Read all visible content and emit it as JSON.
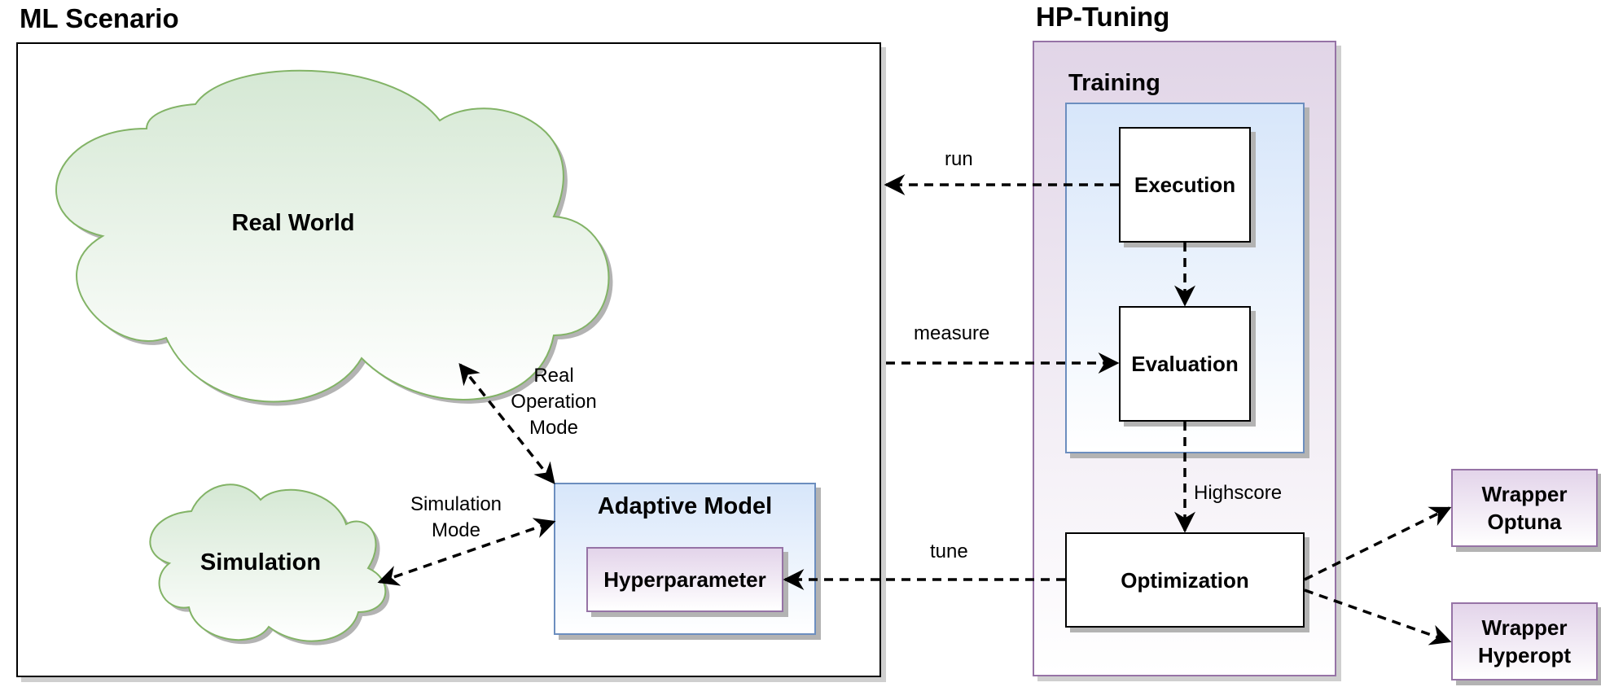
{
  "ml_scenario": {
    "title": "ML Scenario",
    "real_world_label": "Real World",
    "simulation_label": "Simulation",
    "adaptive_model_title": "Adaptive Model",
    "hyperparameter_label": "Hyperparameter"
  },
  "hp_tuning": {
    "title": "HP-Tuning",
    "training_title": "Training",
    "execution_label": "Execution",
    "evaluation_label": "Evaluation",
    "optimization_label": "Optimization"
  },
  "wrappers": {
    "optuna_line1": "Wrapper",
    "optuna_line2": "Optuna",
    "hyperopt_line1": "Wrapper",
    "hyperopt_line2": "Hyperopt"
  },
  "edges": {
    "run": "run",
    "measure": "measure",
    "tune": "tune",
    "highscore": "Highscore",
    "real_operation_mode_1": "Real",
    "real_operation_mode_2": "Operation",
    "real_operation_mode_3": "Mode",
    "simulation_mode_1": "Simulation",
    "simulation_mode_2": "Mode"
  },
  "colors": {
    "cloud_fill": "#d5e8d4",
    "cloud_stroke": "#82b366",
    "blue_fill": "#dae8fc",
    "blue_stroke": "#6c8ebf",
    "purple_fill": "#e1d5e7",
    "purple_stroke": "#9673a6",
    "shadow": "#b3b3b3"
  }
}
